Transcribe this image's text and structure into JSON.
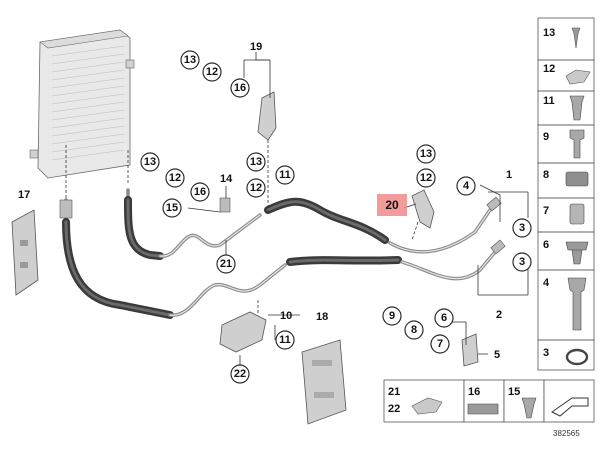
{
  "diagram_id": "382565",
  "highlight": "20",
  "callouts": {
    "c13a": "13",
    "c12a": "12",
    "c16a": "16",
    "c19": "19",
    "c13b": "13",
    "c12b": "12",
    "c16b": "16",
    "c14": "14",
    "c15": "15",
    "c13c": "13",
    "c12c": "12",
    "c11a": "11",
    "c21": "21",
    "c13d": "13",
    "c12d": "12",
    "c4": "4",
    "c1": "1",
    "c3a": "3",
    "c3b": "3",
    "c2": "2",
    "c17": "17",
    "c10": "10",
    "c11b": "11",
    "c18": "18",
    "c22": "22",
    "c9": "9",
    "c8": "8",
    "c6": "6",
    "c7": "7",
    "c5": "5",
    "c20": "20"
  },
  "legend_right": [
    "13",
    "12",
    "11",
    "9",
    "8",
    "7",
    "6",
    "4",
    "3"
  ],
  "legend_bottom": [
    "21",
    "22",
    "16",
    "15"
  ]
}
